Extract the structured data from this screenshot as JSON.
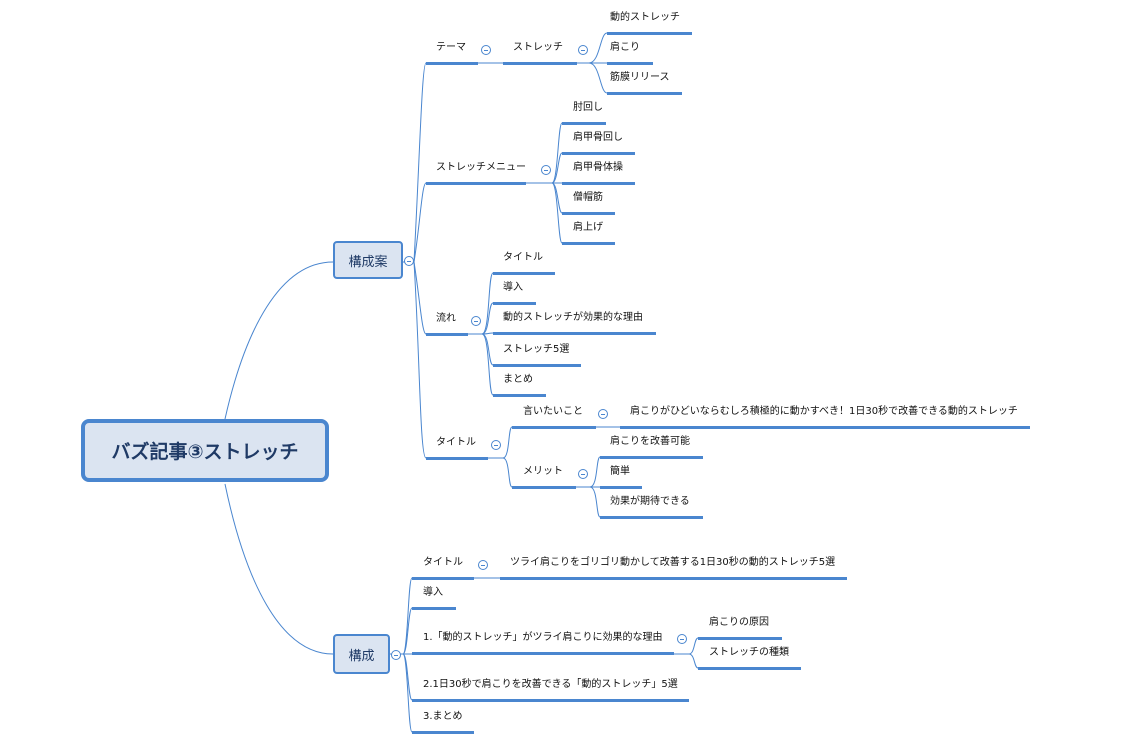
{
  "root": "バズ記事③ストレッチ",
  "branches": {
    "kousei_an": {
      "label": "構成案",
      "theme": {
        "label": "テーマ",
        "stretch": "ストレッチ",
        "items": [
          "動的ストレッチ",
          "肩こり",
          "筋膜リリース"
        ]
      },
      "menu": {
        "label": "ストレッチメニュー",
        "items": [
          "肘回し",
          "肩甲骨回し",
          "肩甲骨体操",
          "僧帽筋",
          "肩上げ"
        ]
      },
      "flow": {
        "label": "流れ",
        "items": [
          "タイトル",
          "導入",
          "動的ストレッチが効果的な理由",
          "ストレッチ5選",
          "まとめ"
        ]
      },
      "title": {
        "label": "タイトル",
        "message_label": "言いたいこと",
        "message": "肩こりがひどいならむしろ積極的に動かすべき！1日30秒で改善できる動的ストレッチ",
        "merit_label": "メリット",
        "merits": [
          "肩こりを改善可能",
          "簡単",
          "効果が期待できる"
        ]
      }
    },
    "kousei": {
      "label": "構成",
      "title_label": "タイトル",
      "title_value": "ツライ肩こりをゴリゴリ動かして改善する1日30秒の動的ストレッチ5選",
      "intro": "導入",
      "section1": "1.「動的ストレッチ」がツライ肩こりに効果的な理由",
      "section1_children": [
        "肩こりの原因",
        "ストレッチの種類"
      ],
      "section2": "2.1日30秒で肩こりを改善できる「動的ストレッチ」5選",
      "section3": "3.まとめ"
    }
  }
}
